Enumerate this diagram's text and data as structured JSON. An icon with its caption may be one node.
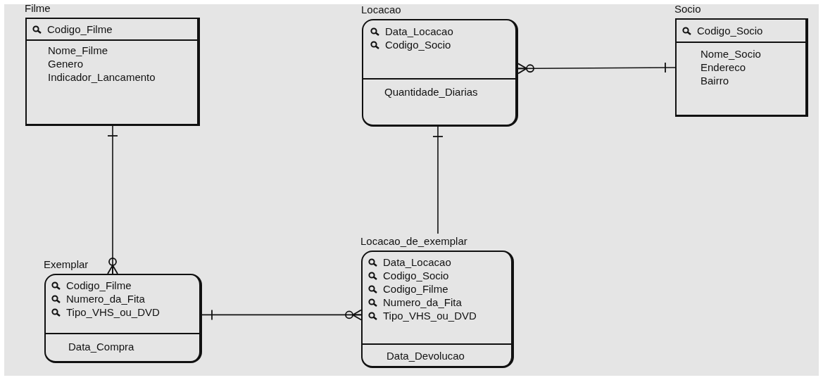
{
  "diagram": {
    "nodes": [
      {
        "text": [
          "Filme"
        ]
      },
      {
        "text": [
          "Codigo_Filme"
        ],
        "in": 0
      },
      {
        "text": [
          "Nome_Filme",
          "Genero",
          "Indicador_Lancamento"
        ],
        "in": 0
      },
      {
        "text": [
          "Locacao"
        ]
      },
      {
        "text": [
          "Data_Locacao",
          "Codigo_Socio"
        ],
        "in": 3
      },
      {
        "text": [
          "Quantidade_Diarias"
        ],
        "in": 3
      },
      {
        "text": [
          "Socio"
        ]
      },
      {
        "text": [
          "Codigo_Socio"
        ],
        "in": 6
      },
      {
        "text": [
          "Nome_Socio",
          "Endereco",
          "Bairro"
        ],
        "in": 6
      },
      {
        "text": [
          "Exemplar"
        ]
      },
      {
        "text": [
          "Codigo_Filme",
          "Numero_da_Fita",
          "Tipo_VHS_ou_DVD"
        ],
        "in": 9
      },
      {
        "text": [
          "Data_Compra"
        ],
        "in": 9
      },
      {
        "text": [
          "Locacao_de_exemplar"
        ]
      },
      {
        "text": [
          "Data_Locacao",
          "Codigo_Socio",
          "Codigo_Filme",
          "Numero_da_Fita",
          "Tipo_VHS_ou_DVD"
        ],
        "in": 12
      },
      {
        "text": [
          "Data_Devolucao"
        ],
        "in": 12
      }
    ],
    "edges": [
      {
        "from": 0,
        "to": 9,
        "arrow": "other"
      },
      {
        "from": 3,
        "to": 6,
        "arrow": "other"
      },
      {
        "from": 3,
        "to": 12,
        "arrow": "other"
      },
      {
        "from": 9,
        "to": 12,
        "arrow": "other"
      }
    ]
  }
}
